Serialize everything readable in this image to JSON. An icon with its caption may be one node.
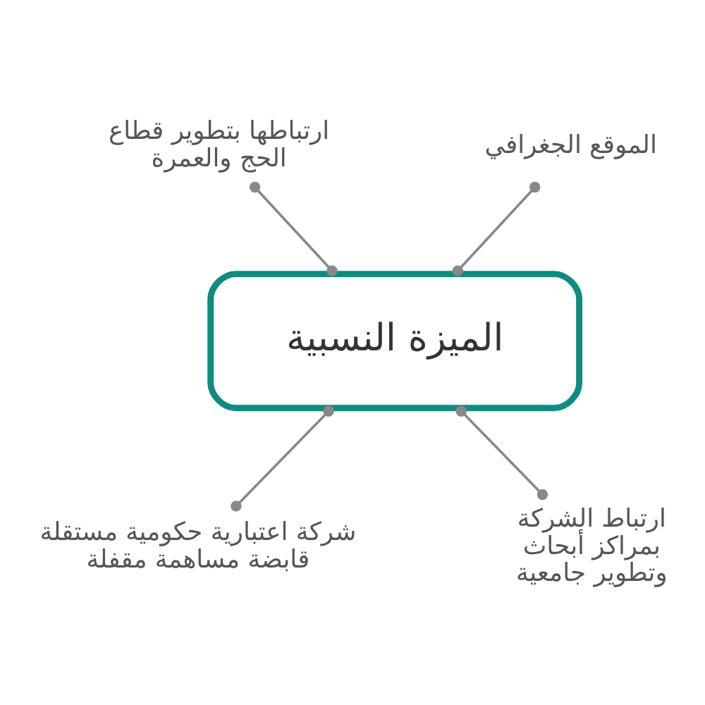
{
  "diagram": {
    "nodes": [
      {
        "text": [
          "ارتباطها بتطوير قطاع الحج والعمرة"
        ]
      },
      {
        "text": [
          "الموقع الجغرافي"
        ]
      },
      {
        "text": [
          "الميزة النسبية"
        ]
      },
      {
        "text": [
          "شركة اعتبارية حكومية مستقلة قابضة مساهمة مقفلة"
        ]
      },
      {
        "text": [
          "ارتباط الشركة بمراكز أبحاث وتطوير جامعية"
        ]
      }
    ],
    "edges": [
      {
        "from": 0,
        "to": 2,
        "arrow": "other"
      },
      {
        "from": 1,
        "to": 2,
        "arrow": "other"
      },
      {
        "from": 2,
        "to": 3,
        "arrow": "other"
      },
      {
        "from": 2,
        "to": 4,
        "arrow": "other"
      }
    ]
  }
}
